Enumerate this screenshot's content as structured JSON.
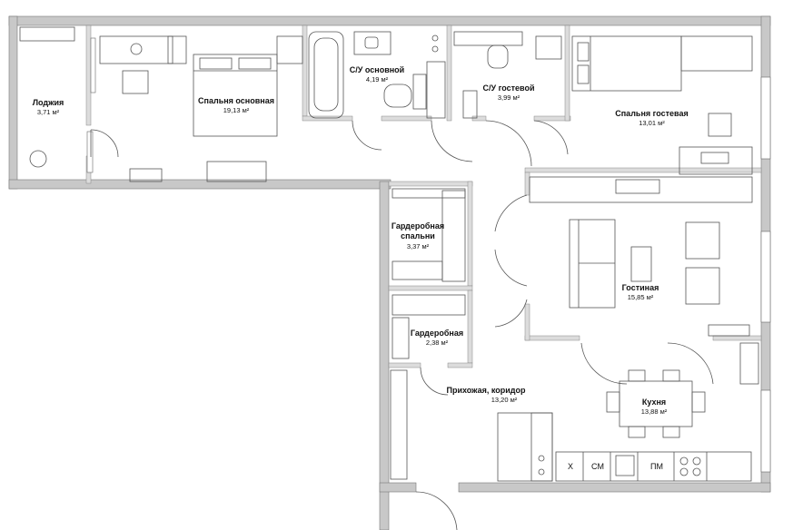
{
  "rooms": [
    {
      "id": "loggia",
      "name": "Лоджия",
      "area": "3,71 м²"
    },
    {
      "id": "master-bedroom",
      "name": "Спальня основная",
      "area": "19,13 м²"
    },
    {
      "id": "main-bathroom",
      "name": "С/У основной",
      "area": "4,19 м²"
    },
    {
      "id": "guest-bathroom",
      "name": "С/У гостевой",
      "area": "3,99 м²"
    },
    {
      "id": "guest-bedroom",
      "name": "Спальня гостевая",
      "area": "13,01 м²"
    },
    {
      "id": "bedroom-wardrobe",
      "name": "Гардеробная\nспальни",
      "area": "3,37 м²"
    },
    {
      "id": "living-room",
      "name": "Гостиная",
      "area": "15,85 м²"
    },
    {
      "id": "wardrobe",
      "name": "Гардеробная",
      "area": "2,38 м²"
    },
    {
      "id": "hallway",
      "name": "Прихожая, коридор",
      "area": "13,20 м²"
    },
    {
      "id": "kitchen",
      "name": "Кухня",
      "area": "13,88 м²"
    }
  ],
  "appliances": {
    "fridge": "Х",
    "dishwasher": "СМ",
    "oven": "ПМ"
  }
}
